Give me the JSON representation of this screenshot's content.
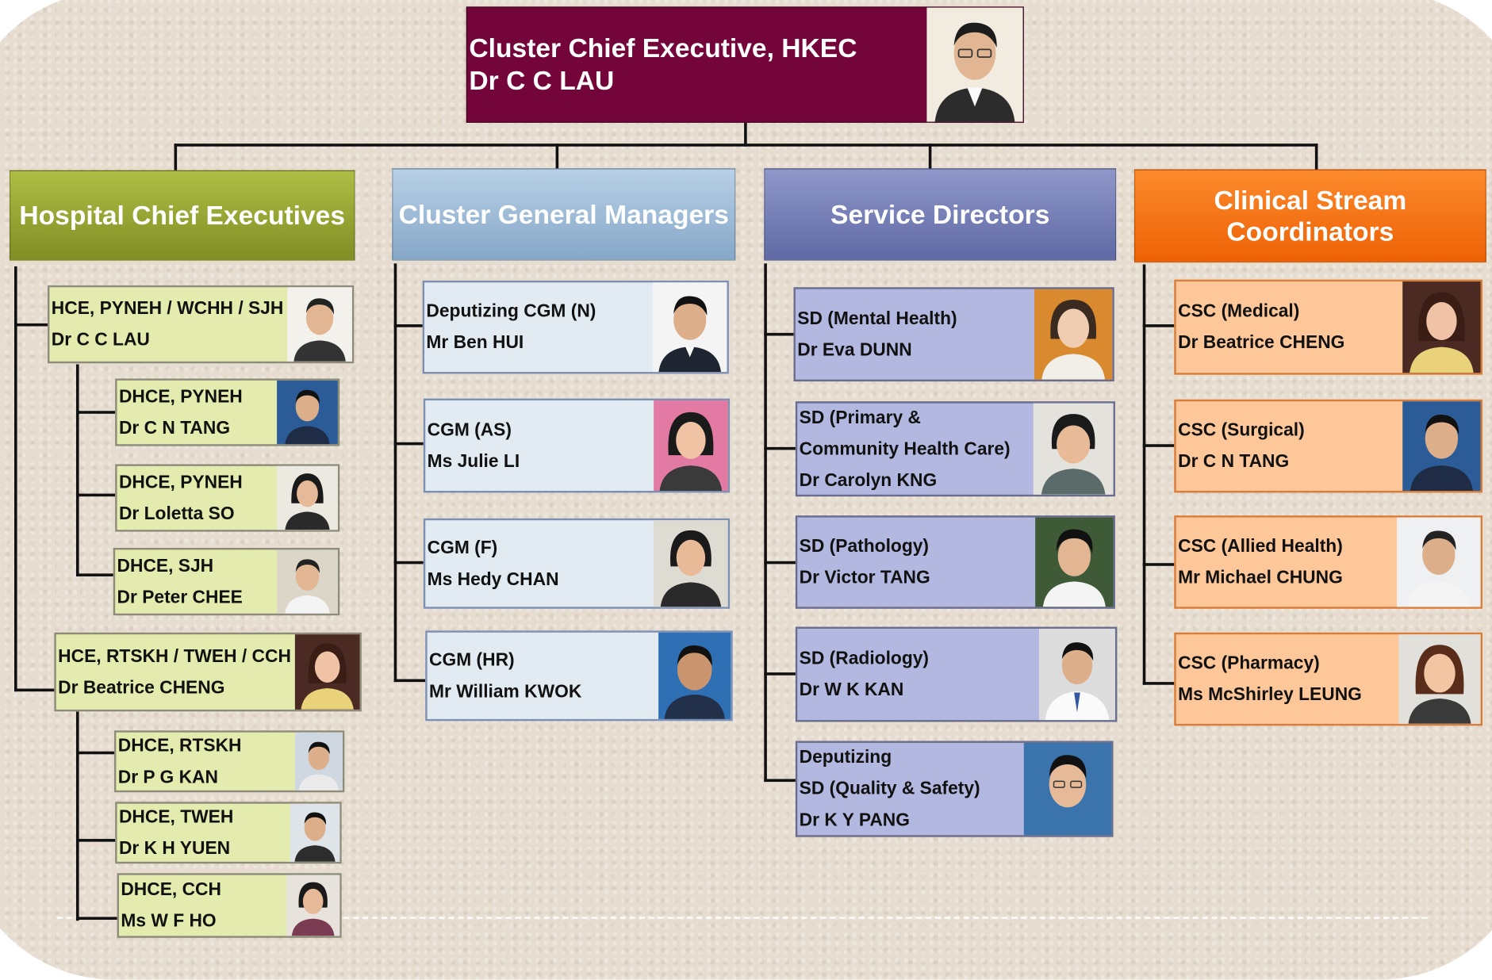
{
  "colors": {
    "ceo_box": "#74053b",
    "hce_header": "#8b9d2e",
    "cgm_header": "#8fb3d4",
    "sd_header": "#6e78b0",
    "csc_header": "#f36f10"
  },
  "ceo": {
    "title": "Cluster Chief Executive, HKEC",
    "name": "Dr C C LAU"
  },
  "columns": [
    {
      "header": "Hospital Chief Executives",
      "people": [
        {
          "role": "HCE, PYNEH / WCHH / SJH",
          "name": "Dr C C LAU"
        },
        {
          "role": "DHCE, PYNEH",
          "name": "Dr C N TANG"
        },
        {
          "role": "DHCE, PYNEH",
          "name": "Dr Loletta SO"
        },
        {
          "role": "DHCE, SJH",
          "name": "Dr Peter CHEE"
        },
        {
          "role": "HCE, RTSKH / TWEH / CCH",
          "name": "Dr Beatrice CHENG"
        },
        {
          "role": "DHCE, RTSKH",
          "name": "Dr P G KAN"
        },
        {
          "role": "DHCE, TWEH",
          "name": "Dr K H YUEN"
        },
        {
          "role": "DHCE, CCH",
          "name": "Ms W F HO"
        }
      ]
    },
    {
      "header": "Cluster General Managers",
      "people": [
        {
          "role": "Deputizing CGM (N)",
          "name": "Mr Ben HUI"
        },
        {
          "role": "CGM (AS)",
          "name": "Ms Julie LI"
        },
        {
          "role": "CGM (F)",
          "name": "Ms Hedy CHAN"
        },
        {
          "role": "CGM (HR)",
          "name": "Mr William KWOK"
        }
      ]
    },
    {
      "header": "Service Directors",
      "people": [
        {
          "line1": "SD (Mental Health)",
          "line2": "Dr Eva DUNN"
        },
        {
          "line1": "SD (Primary &",
          "line2": "Community Health Care)",
          "line3": "Dr Carolyn KNG"
        },
        {
          "line1": "SD (Pathology)",
          "line2": "Dr Victor TANG"
        },
        {
          "line1": "SD (Radiology)",
          "line2": "Dr W K KAN"
        },
        {
          "line1": "Deputizing",
          "line2": "SD (Quality & Safety)",
          "line3": "Dr K Y PANG"
        }
      ]
    },
    {
      "header": "Clinical Stream Coordinators",
      "people": [
        {
          "role": "CSC (Medical)",
          "name": "Dr Beatrice CHENG"
        },
        {
          "role": "CSC (Surgical)",
          "name": "Dr C N TANG"
        },
        {
          "role": "CSC (Allied Health)",
          "name": "Mr Michael CHUNG"
        },
        {
          "role": "CSC (Pharmacy)",
          "name": "Ms McShirley LEUNG"
        }
      ]
    }
  ]
}
